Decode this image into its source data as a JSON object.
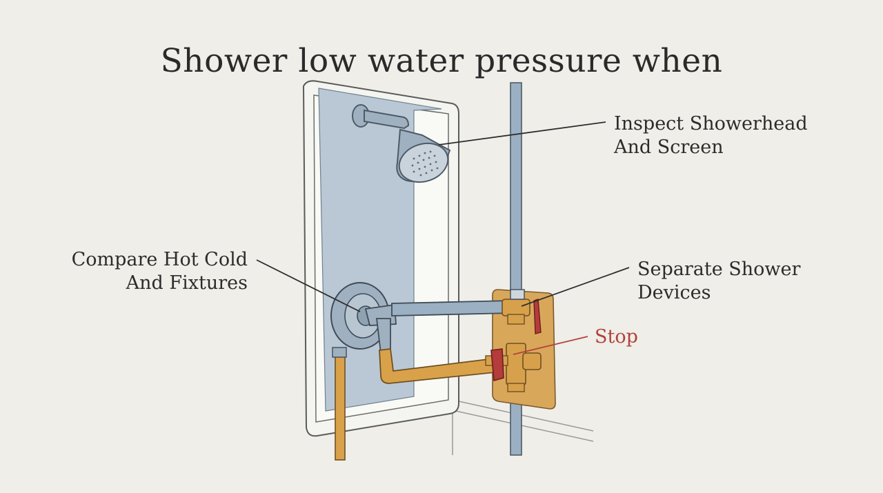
{
  "title": "Shower low water pressure when",
  "callouts": {
    "showerhead": {
      "line1": "Inspect Showerhead",
      "line2": "And Screen"
    },
    "compare": {
      "line1": "Compare Hot Cold",
      "line2": "And Fixtures"
    },
    "separate": {
      "line1": "Separate Shower",
      "line2": "Devices"
    },
    "stop": {
      "line1": "Stop"
    }
  },
  "colors": {
    "background": "#efeee9",
    "cold_pipe": "#9bb0c2",
    "hot_pipe": "#d9a24a",
    "panel": "#d9a75a",
    "valve_handle": "#b43c3c",
    "stop_label": "#b2423c",
    "shower_back": "#b9c8d4"
  }
}
